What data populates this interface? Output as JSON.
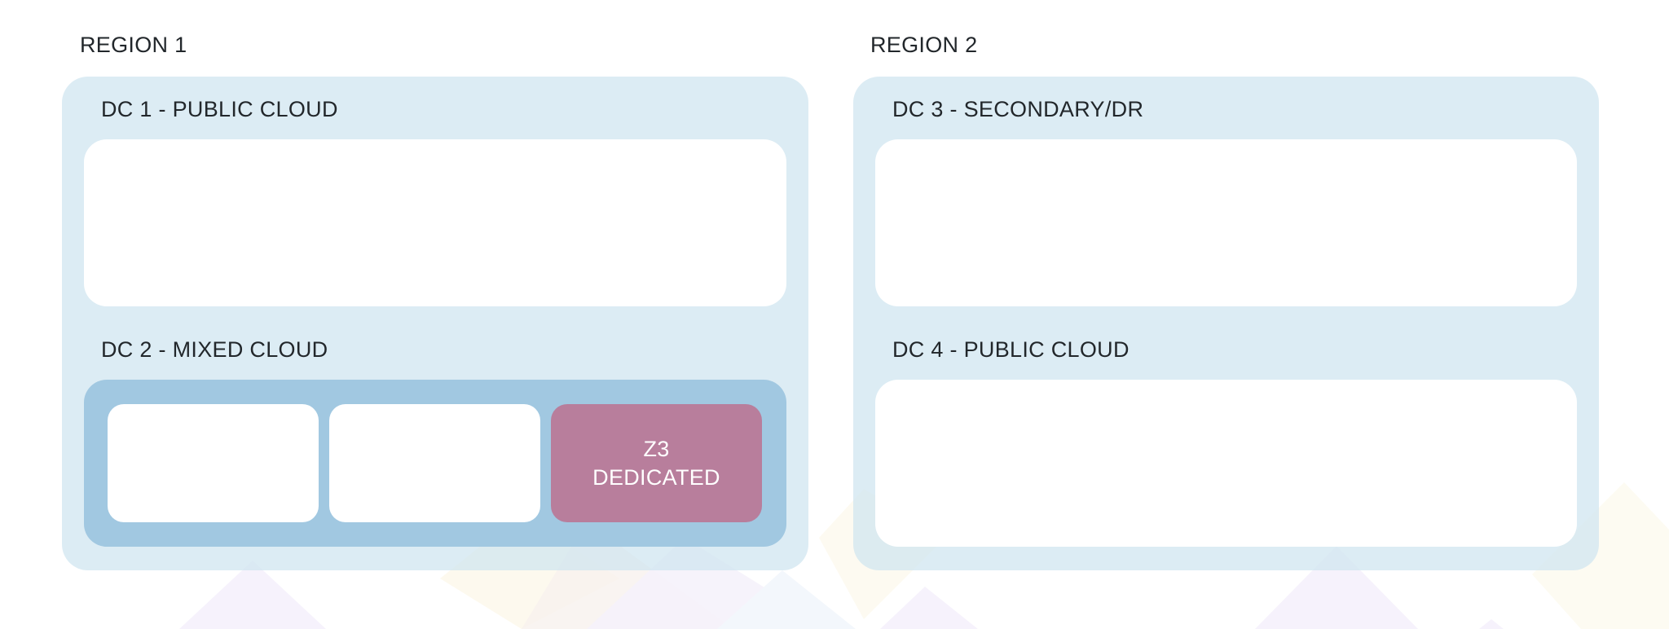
{
  "colors": {
    "region_bg": "#DBEAF3",
    "dc_box": "#FFFFFF",
    "mixed_cloud_container": "#A1C8E1",
    "dedicated_zone": "#B87E9C",
    "text": "#22272B",
    "dedicated_text": "#FFFFFF"
  },
  "regions": [
    {
      "label": "REGION 1",
      "datacenters": [
        {
          "label": "DC 1 - PUBLIC CLOUD",
          "type": "public"
        },
        {
          "label": "DC 2 - MIXED CLOUD",
          "type": "mixed",
          "zones": [
            {
              "line1": "",
              "line2": "",
              "dedicated": false
            },
            {
              "line1": "",
              "line2": "",
              "dedicated": false
            },
            {
              "line1": "Z3",
              "line2": "DEDICATED",
              "dedicated": true
            }
          ]
        }
      ]
    },
    {
      "label": "REGION 2",
      "datacenters": [
        {
          "label": "DC 3 - SECONDARY/DR",
          "type": "secondary"
        },
        {
          "label": "DC 4 - PUBLIC CLOUD",
          "type": "public"
        }
      ]
    }
  ]
}
